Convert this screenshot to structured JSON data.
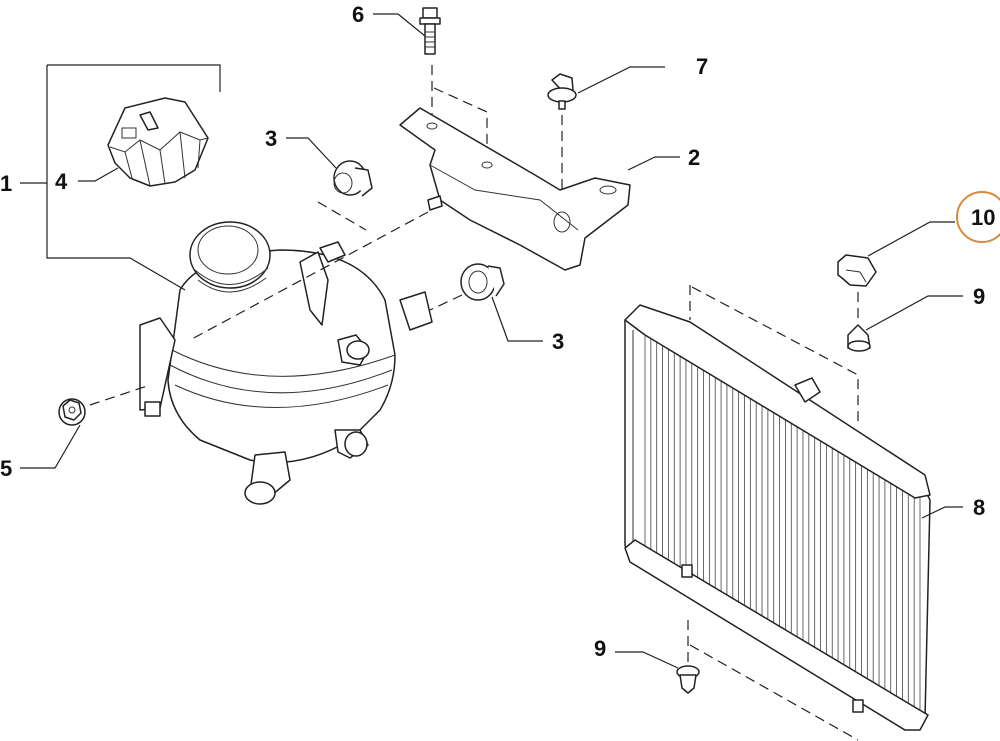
{
  "diagram": {
    "type": "exploded-parts-diagram",
    "subject": "Coolant expansion tank and radiator assembly",
    "highlight_color": "#d9893a",
    "callouts": [
      {
        "id": "1",
        "label": "1",
        "part": "expansion-tank-assembly"
      },
      {
        "id": "2",
        "label": "2",
        "part": "mounting-bracket"
      },
      {
        "id": "3a",
        "label": "3",
        "part": "rubber-grommet-upper"
      },
      {
        "id": "3b",
        "label": "3",
        "part": "rubber-grommet-lower"
      },
      {
        "id": "4",
        "label": "4",
        "part": "filler-cap"
      },
      {
        "id": "5",
        "label": "5",
        "part": "flange-nut"
      },
      {
        "id": "6",
        "label": "6",
        "part": "bolt"
      },
      {
        "id": "7",
        "label": "7",
        "part": "clip-fastener"
      },
      {
        "id": "8",
        "label": "8",
        "part": "radiator"
      },
      {
        "id": "9a",
        "label": "9",
        "part": "rubber-mount-upper"
      },
      {
        "id": "9b",
        "label": "9",
        "part": "rubber-mount-lower"
      },
      {
        "id": "10",
        "label": "10",
        "part": "bracket-clip",
        "highlighted": true
      }
    ]
  }
}
